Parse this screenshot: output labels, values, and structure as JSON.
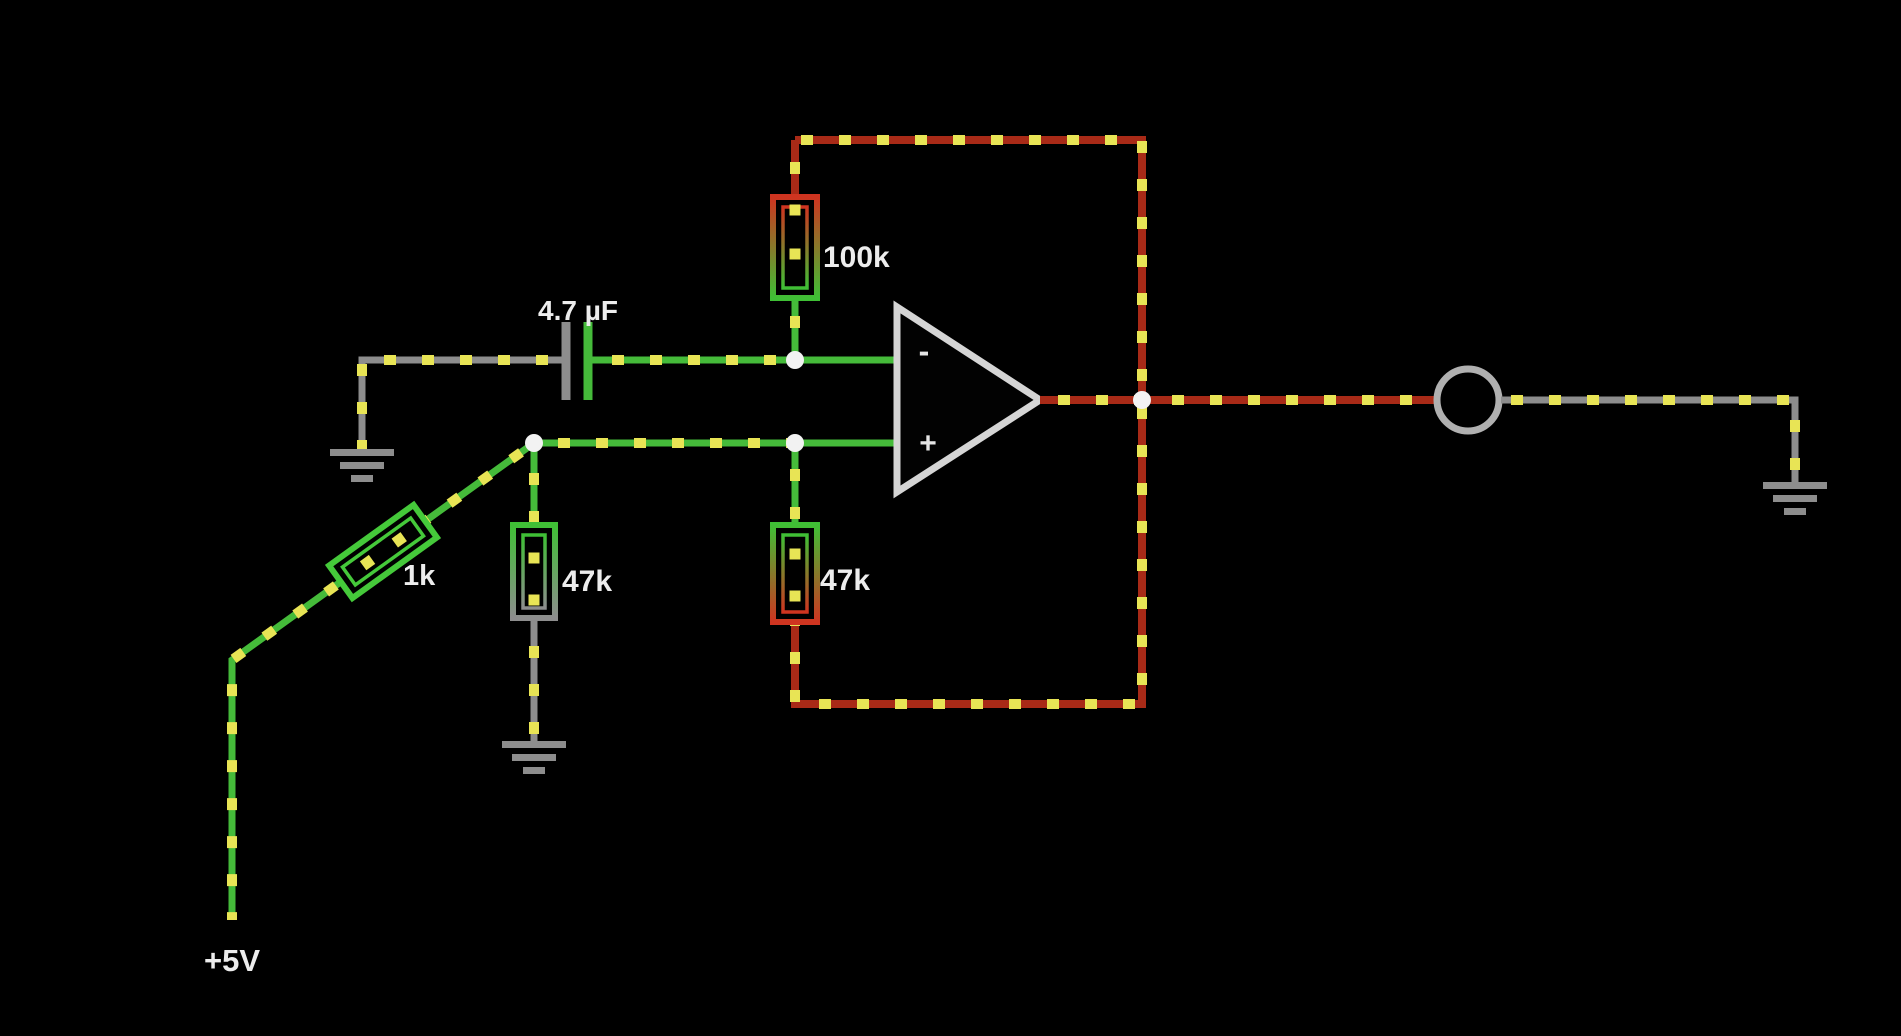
{
  "circuit": {
    "supply": {
      "label": "+5V"
    },
    "capacitor": {
      "label": "4.7 µF"
    },
    "resistor_feedback": {
      "label": "100k"
    },
    "resistor_divider_left": {
      "label": "47k"
    },
    "resistor_divider_right": {
      "label": "47k"
    },
    "resistor_source": {
      "label": "1k"
    },
    "opamp": {
      "minus": "-",
      "plus": "+"
    }
  },
  "colors": {
    "background": "#000000",
    "wire_positive_green": "#45bb3a",
    "wire_negative_red": "#a82a17",
    "wire_neutral_gray": "#8d8d8d",
    "current_dot_yellow": "#e8e455",
    "junction_white": "#f2f2f2",
    "resistor_hot_red": "#cf3420",
    "resistor_green": "#3fbf35",
    "opamp_outline": "#d5d5d5",
    "label_text": "#ededed"
  }
}
